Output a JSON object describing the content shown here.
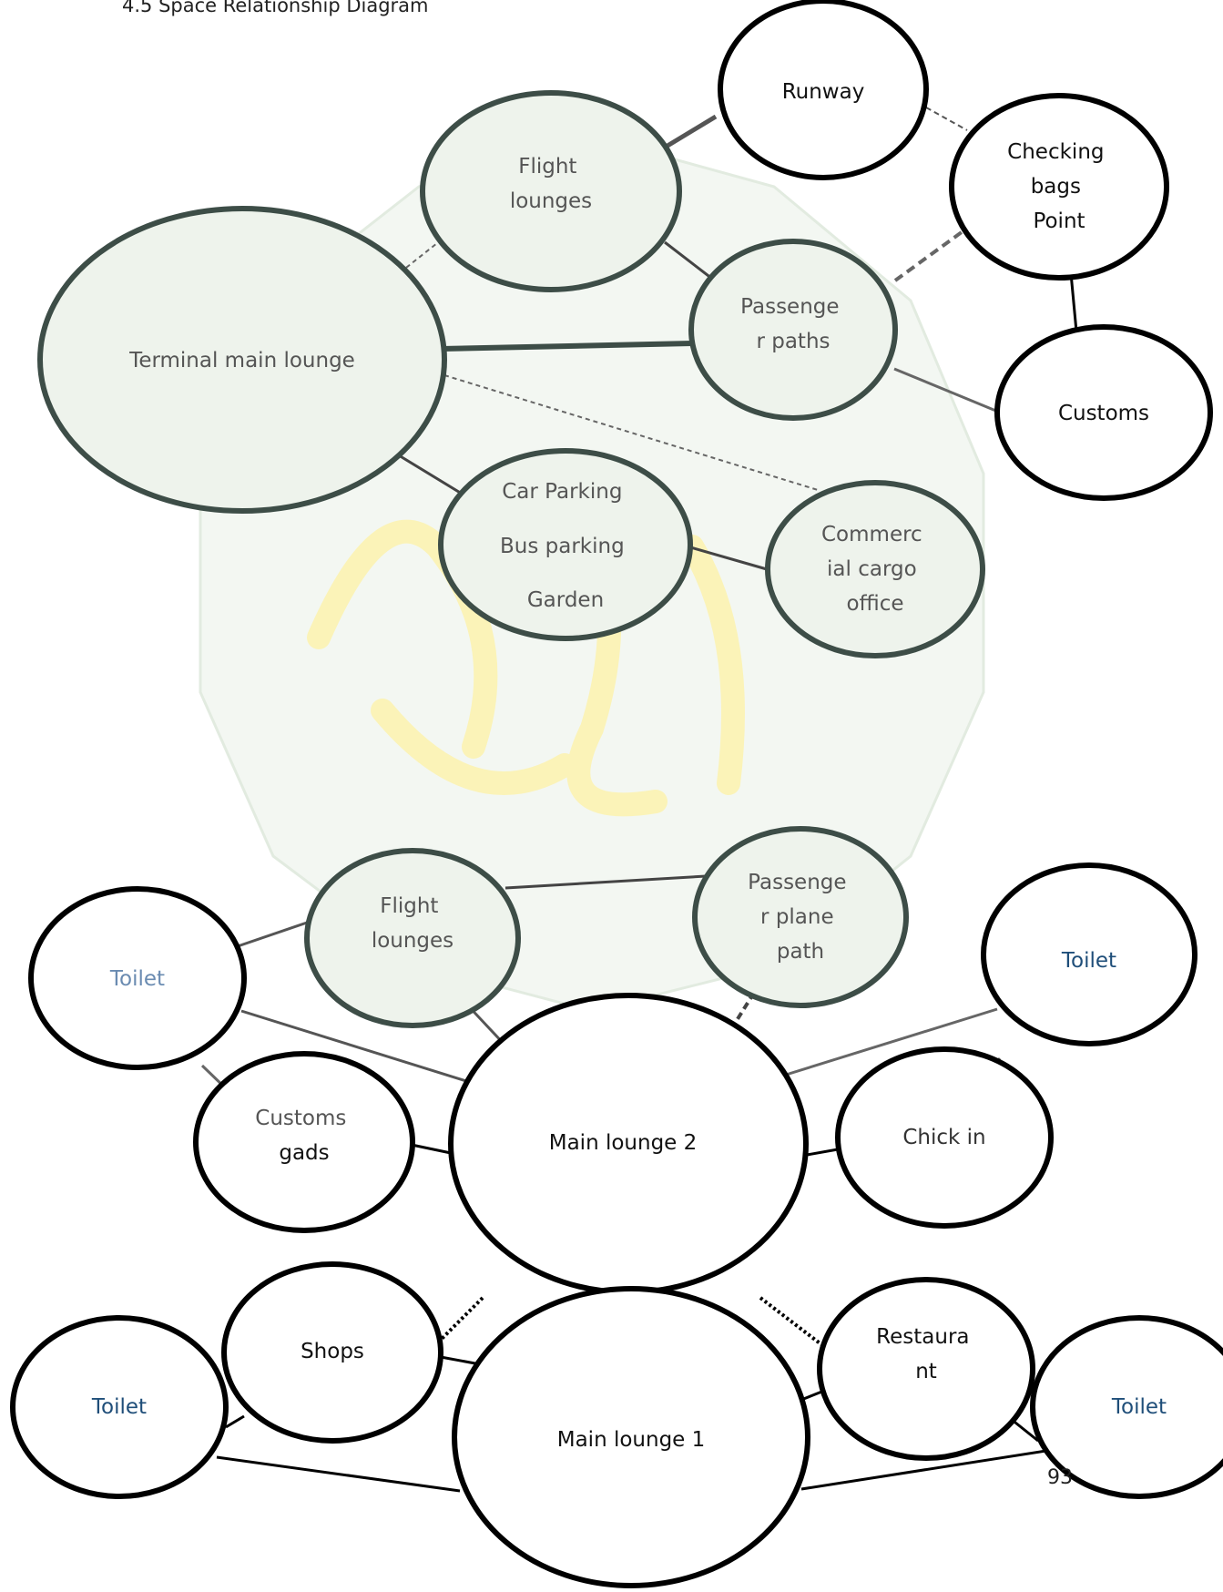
{
  "page": {
    "title": "4.5 Space Relationship Diagram",
    "page_number": "93"
  },
  "colors": {
    "node_fill": "#eef3ec",
    "node_fill_white": "#ffffff",
    "stroke_dark": "#3d4d47",
    "stroke_black": "#000000",
    "stroke_gray": "#6f6f6f",
    "text_gray": "#555555",
    "text_black": "#111111",
    "text_blue_light": "#6a8bb1",
    "text_blue_dark": "#1f4e79",
    "watermark_green": "#e5eee3",
    "watermark_yellow": "#fbf6c8"
  },
  "diagram1": {
    "nodes": [
      {
        "id": "runway",
        "lines": [
          "Runway"
        ]
      },
      {
        "id": "flight-lounges-1",
        "lines": [
          "Flight",
          "lounges"
        ]
      },
      {
        "id": "checking-bags",
        "lines": [
          "Checking",
          "bags",
          "Point"
        ]
      },
      {
        "id": "terminal-main-lounge",
        "lines": [
          "Terminal main lounge"
        ]
      },
      {
        "id": "passenger-paths",
        "lines": [
          "Passenge",
          "r paths"
        ]
      },
      {
        "id": "customs-1",
        "lines": [
          "Customs"
        ]
      },
      {
        "id": "parking-garden",
        "lines": [
          "Car Parking",
          "Bus parking",
          "Garden"
        ]
      },
      {
        "id": "commercial-cargo",
        "lines": [
          "Commerc",
          "ial cargo",
          "office"
        ]
      }
    ]
  },
  "diagram2": {
    "nodes": [
      {
        "id": "flight-lounges-2",
        "lines": [
          "Flight",
          "lounges"
        ]
      },
      {
        "id": "passenger-plane-path",
        "lines": [
          "Passenge",
          "r plane",
          "path"
        ]
      },
      {
        "id": "toilet-left-2",
        "lines": [
          "Toilet"
        ]
      },
      {
        "id": "toilet-right-2",
        "lines": [
          "Toilet"
        ]
      },
      {
        "id": "customs-gads",
        "lines": [
          "Customs",
          "gads"
        ]
      },
      {
        "id": "main-lounge-2",
        "lines": [
          "Main lounge 2"
        ]
      },
      {
        "id": "check-in",
        "lines": [
          "Chick in"
        ]
      },
      {
        "id": "shops",
        "lines": [
          "Shops"
        ]
      },
      {
        "id": "restaurant",
        "lines": [
          "Restaura",
          "nt"
        ]
      },
      {
        "id": "toilet-left-1",
        "lines": [
          "Toilet"
        ]
      },
      {
        "id": "toilet-right-1",
        "lines": [
          "Toilet"
        ]
      },
      {
        "id": "main-lounge-1",
        "lines": [
          "Main lounge 1"
        ]
      }
    ]
  }
}
